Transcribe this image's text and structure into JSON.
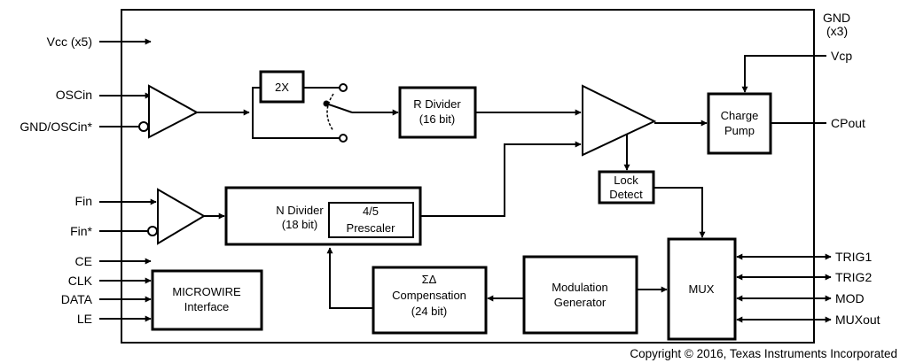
{
  "pins_left": {
    "vcc": "Vcc (x5)",
    "oscin": "OSCin",
    "gnd_oscin_star": "GND/OSCin*",
    "fin": "Fin",
    "fin_star": "Fin*",
    "ce": "CE",
    "clk": "CLK",
    "data": "DATA",
    "le": "LE"
  },
  "pins_right": {
    "gnd_line1": "GND",
    "gnd_line2": "(x3)",
    "vcp": "Vcp",
    "cpout": "CPout",
    "trig1": "TRIG1",
    "trig2": "TRIG2",
    "mod": "MOD",
    "muxout": "MUXout"
  },
  "blocks": {
    "doubler": "2X",
    "r_divider_line1": "R Divider",
    "r_divider_line2": "(16 bit)",
    "charge_pump_line1": "Charge",
    "charge_pump_line2": "Pump",
    "lock_detect_line1": "Lock",
    "lock_detect_line2": "Detect",
    "n_divider_line1": "N Divider",
    "n_divider_line2": "(18 bit)",
    "prescaler_line1": "4/5",
    "prescaler_line2": "Prescaler",
    "microwire_line1": "MICROWIRE",
    "microwire_line2": "Interface",
    "sigma_delta_line1": "ΣΔ",
    "sigma_delta_line2": "Compensation",
    "sigma_delta_line3": "(24 bit)",
    "modulation_line1": "Modulation",
    "modulation_line2": "Generator",
    "mux": "MUX"
  },
  "copyright": "Copyright © 2016, Texas Instruments Incorporated"
}
